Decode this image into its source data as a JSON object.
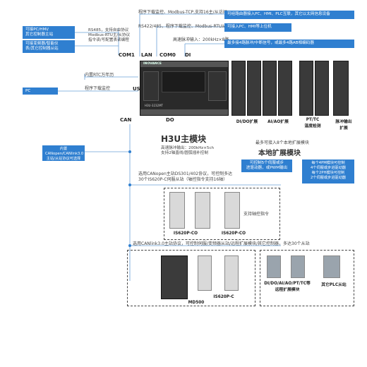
{
  "left_boxes": {
    "hmi": "可接PC/HMI/\n其它控制器主站",
    "meter": "可接变频器/智能仪\n表/其它控制器从站",
    "pc": "PC",
    "canopen": "内置CANopen/CANlink3.0\n主站/从站协议可选择"
  },
  "port_labels": {
    "com1": "COM1",
    "lan": "LAN",
    "com0": "COM0",
    "di": "DI",
    "usb": "USB",
    "can": "CAN",
    "do": "DO"
  },
  "texts": {
    "rs485": "RS485，支持自由协议\nModbus-RTU主/从协议\n指令读/写配置表读编程",
    "lan_top": "程序下载监控、Modbus-TCP,支持16主/从访问",
    "rs422": "RS422/485，程序下载监控、Modbus-RTU从站",
    "pulse_in": "高速脉冲输入：200kHz×8路",
    "rtc": "内置RTC万年历",
    "usb_prog": "程序下载监控",
    "main_title": "H3U主模块",
    "main_spec": "高速脉冲输出：200kHz×5ch\n支持2轴直线/圆弧插补控制",
    "pwm": "可控制5个伺服或步\n进驱动器，或PWM输出",
    "ext_title": "本地扩展模块",
    "ext_note": "最多可接入8个本地扩展模块",
    "pulse_ext_note": "每个4PM模块可控制\n4个伺服或步进驱动器\n每个2PH模块可控制\n2个伺服或步进驱动器",
    "canopen_note": "选用CANopen主站DS301/402协议，可控制多达\n30个IS620P-C伺服从站（轴控指令支持16轴）",
    "axis_cmd": "支持轴控指令",
    "canlink_note": "选用CANlink3.0主站协议，可控制伺服/变频器从站/远程扩展模块/其它控制器，多达30个从站"
  },
  "right_boxes": {
    "router": "可经路由器接入PC、HMI、PLC互联，其它以太网信息设备",
    "pc_hmi": "可接入PC、HMI等上位机",
    "encoder": "最多接4路脉冲/中断信号，或最多4路AB相编码器"
  },
  "plc": {
    "brand": "INOVANCE",
    "model": "H3U-3232MT"
  },
  "modules": [
    {
      "label": "DI/DO扩展"
    },
    {
      "label": "AI/AO扩展"
    },
    {
      "label": "PT/TC\n温度检测"
    },
    {
      "label": "脉冲输出\n扩展"
    }
  ],
  "servo_row1": [
    {
      "label": "IS620P-CO"
    },
    {
      "label": "IS620P-CO"
    }
  ],
  "bottom": {
    "md500": "MD500",
    "is620p_c": "IS620P-C",
    "remote_ext": "DI/DO/AI/AO/PT/TC等\n远程扩展模块",
    "other_plc": "其它PLC从站"
  },
  "colors": {
    "accent_blue": "#2f7fd0",
    "plc_dark": "#2a2a2a"
  }
}
